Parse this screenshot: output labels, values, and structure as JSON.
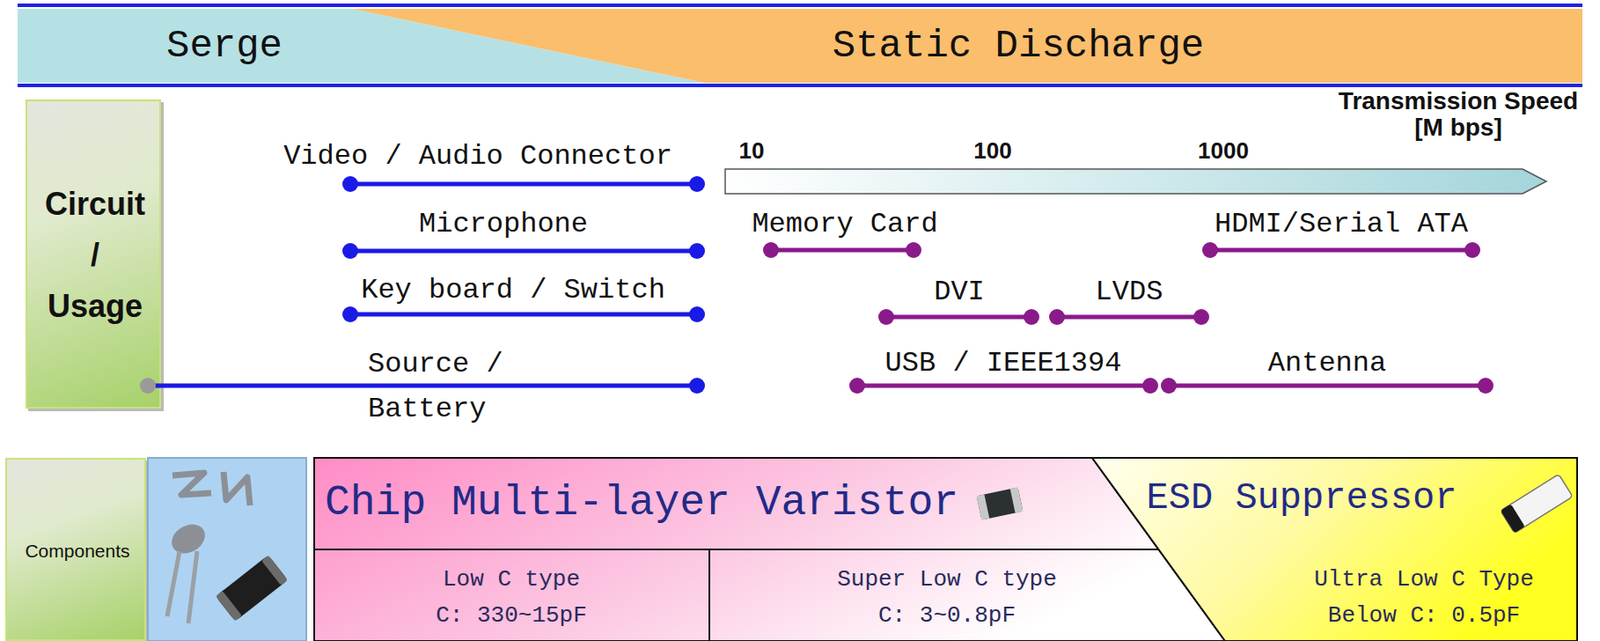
{
  "diagram": {
    "nodes": [
      {
        "text": [
          "Serge"
        ]
      },
      {
        "text": [
          "Static Discharge"
        ]
      },
      {
        "text": [
          "Circuit / Usage"
        ]
      },
      {
        "text": [
          "Components"
        ]
      },
      {
        "text": [
          "Chip Multi-layer Varistor"
        ]
      },
      {
        "text": [
          "Low C type",
          "C: 330~15pF"
        ],
        "in": 4
      },
      {
        "text": [
          "Super Low C type",
          "C: 3~0.8pF"
        ],
        "in": 4
      },
      {
        "text": [
          "ESD Suppressor",
          "Ultra Low C Type",
          "Below C: 0.5pF"
        ]
      }
    ],
    "labels": [
      "Transmission Speed [M bps]",
      "Video / Audio Connector",
      "10",
      "100",
      "1000",
      "Microphone",
      "Memory Card",
      "HDMI/Serial ATA",
      "Key board / Switch",
      "DVI",
      "LVDS",
      "Source / Battery",
      "USB / IEEE1394",
      "Antenna"
    ]
  }
}
